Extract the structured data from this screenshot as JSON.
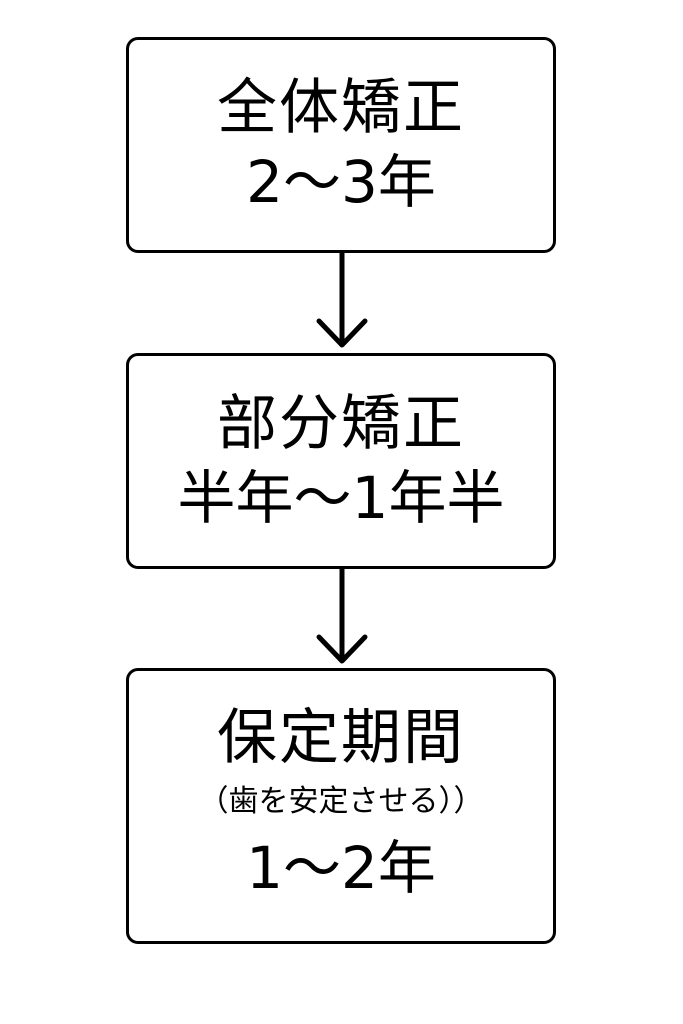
{
  "steps": [
    {
      "title": "全体矯正",
      "duration": "2〜3年"
    },
    {
      "title": "部分矯正",
      "duration": "半年〜1年半"
    },
    {
      "title": "保定期間",
      "note": "（歯を安定させる））",
      "duration": "1〜2年"
    }
  ]
}
